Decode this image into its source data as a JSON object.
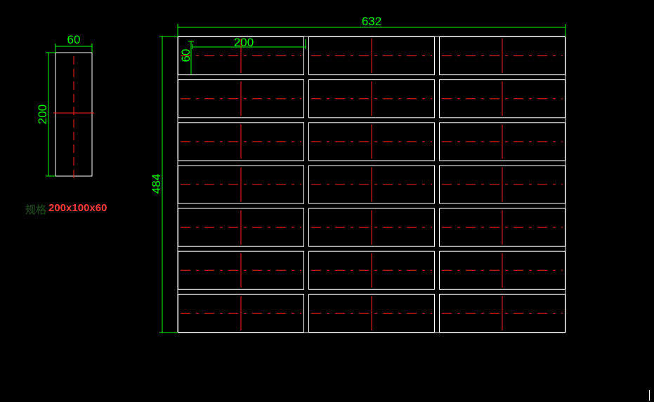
{
  "drawing": {
    "background": "#000000",
    "line_color": "#ffffff",
    "dimension_color": "#00ff00",
    "centerline_color": "#ff2020",
    "label_color": "#ff3b3b"
  },
  "single_block": {
    "width_label": "60",
    "height_label": "200"
  },
  "grid": {
    "rows": 7,
    "cols": 3,
    "total_width_label": "632",
    "total_height_label": "484",
    "cell_width_label": "200",
    "cell_height_label": "60"
  },
  "spec": {
    "prefix": "规格",
    "text": "200x100x60"
  }
}
